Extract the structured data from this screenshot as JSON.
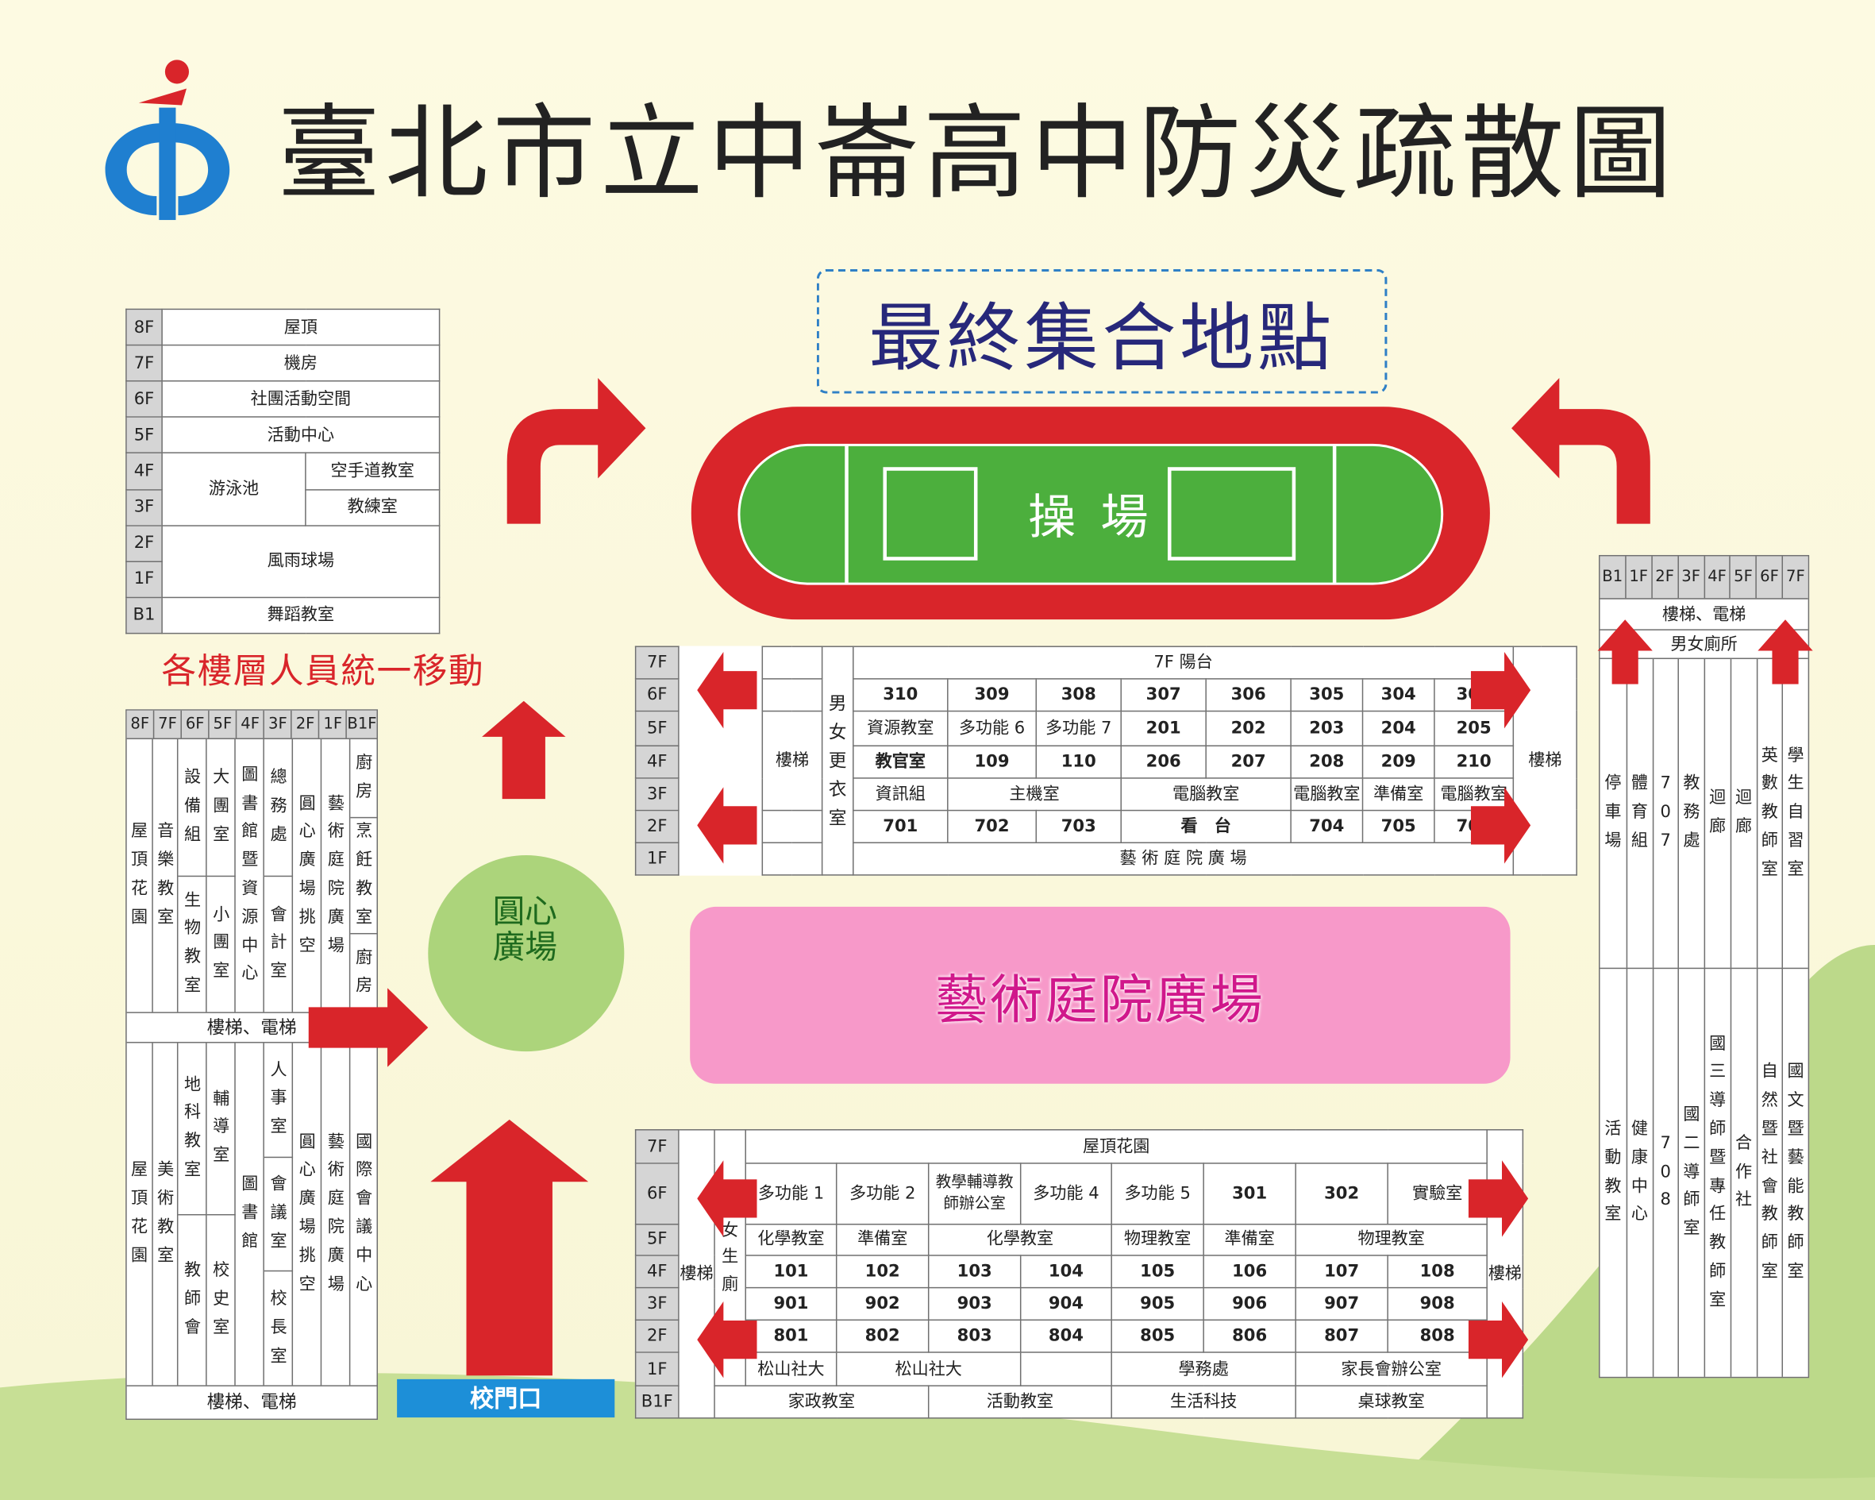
{
  "title": "臺北市立中崙高中防災疏散圖",
  "final_assembly": "最終集合地點",
  "field_label": "操 場",
  "courtyard_label": "藝術庭院廣場",
  "plaza_label": "圓心廣場",
  "gate_label": "校門口",
  "move_note": "各樓層人員統一移動",
  "colors": {
    "arrow": "#d9252a",
    "field": "#4caf3d",
    "track": "#d9252a",
    "courtyard": "#f799c9",
    "plaza": "#acd47b",
    "gate": "#1d8fd8"
  },
  "tl": {
    "rows": [
      {
        "f": "8F",
        "t": "屋頂"
      },
      {
        "f": "7F",
        "t": "機房"
      },
      {
        "f": "6F",
        "t": "社團活動空間"
      },
      {
        "f": "5F",
        "t": "活動中心"
      },
      {
        "f": "4F",
        "a": "游泳池",
        "b": "空手道教室"
      },
      {
        "f": "3F",
        "b": "教練室"
      },
      {
        "f": "2F",
        "a": "風雨球場"
      },
      {
        "f": "1F"
      },
      {
        "f": "B1",
        "t": "舞蹈教室"
      }
    ]
  },
  "lb": {
    "floors": [
      "8F",
      "7F",
      "6F",
      "5F",
      "4F",
      "3F",
      "2F",
      "1F",
      "B1F"
    ],
    "top": [
      "屋頂花園",
      "音樂教室",
      "設備組",
      "生物教室",
      "大團室",
      "小團室",
      "圖書館暨資源中心",
      "總務處",
      "會計室",
      "圓心廣場挑空",
      "藝術庭院廣場",
      "廚房",
      "烹飪教室",
      "廚房"
    ],
    "mid": "樓梯、電梯",
    "bot": [
      "屋頂花園",
      "美術教室",
      "地科教室",
      "教師會",
      "輔導室",
      "校史室",
      "圖書館",
      "人事室",
      "會議室",
      "校長室",
      "圓心廣場挑空",
      "藝術庭院廣場",
      "國際會議中心"
    ],
    "bottom": "樓梯、電梯"
  },
  "mt": {
    "floors": [
      "7F",
      "6F",
      "5F",
      "4F",
      "3F",
      "2F",
      "1F"
    ],
    "stairs": "樓梯",
    "locker": "男女更衣室",
    "top": "7F 陽台",
    "r6": [
      "310",
      "309",
      "308",
      "307",
      "306",
      "305",
      "304",
      "303"
    ],
    "r5": [
      "資源教室",
      "多功能 6",
      "多功能 7",
      "201",
      "202",
      "203",
      "204",
      "205"
    ],
    "r4": [
      "教官室",
      "109",
      "110",
      "206",
      "207",
      "208",
      "209",
      "210"
    ],
    "r3": [
      "資訊組",
      "主機室",
      "電腦教室",
      "電腦教室",
      "準備室",
      "電腦教室"
    ],
    "r2": [
      "701",
      "702",
      "703",
      "看　台",
      "704",
      "705",
      "706"
    ],
    "r1": "藝 術 庭 院 廣 場",
    "right": "樓梯"
  },
  "mb": {
    "floors": [
      "7F",
      "6F",
      "5F",
      "4F",
      "3F",
      "2F",
      "1F",
      "B1F"
    ],
    "stairs": "樓梯",
    "wc": "女生廁",
    "right": "樓梯",
    "r7": "屋頂花園",
    "r6": [
      "多功能 1",
      "多功能 2",
      "教學輔導教師辦公室",
      "多功能 4",
      "多功能 5",
      "301",
      "302",
      "實驗室"
    ],
    "r5": [
      "化學教室",
      "準備室",
      "化學教室",
      "物理教室",
      "準備室",
      "物理教室"
    ],
    "r4": [
      "101",
      "102",
      "103",
      "104",
      "105",
      "106",
      "107",
      "108"
    ],
    "r3": [
      "901",
      "902",
      "903",
      "904",
      "905",
      "906",
      "907",
      "908"
    ],
    "r2": [
      "801",
      "802",
      "803",
      "804",
      "805",
      "806",
      "807",
      "808"
    ],
    "r1": [
      "松山社大",
      "松山社大",
      "",
      "學務處",
      "家長會辦公室"
    ],
    "rb": [
      "家政教室",
      "活動教室",
      "生活科技",
      "桌球教室"
    ]
  },
  "rt": {
    "floors": [
      "B1",
      "1F",
      "2F",
      "3F",
      "4F",
      "5F",
      "6F",
      "7F"
    ],
    "stair": "樓梯、電梯",
    "wc": "男女廁所",
    "cols": [
      "停車場",
      "體育組",
      "707",
      "教務處",
      "迴廊",
      "迴廊",
      "英數教師室",
      "學生自習室"
    ],
    "lower": [
      "活動教室",
      "健康中心",
      "708",
      "國二導師室",
      "國三導師暨專任教師室",
      "合作社",
      "自然暨社會教師室",
      "國文暨藝能教師室"
    ]
  }
}
